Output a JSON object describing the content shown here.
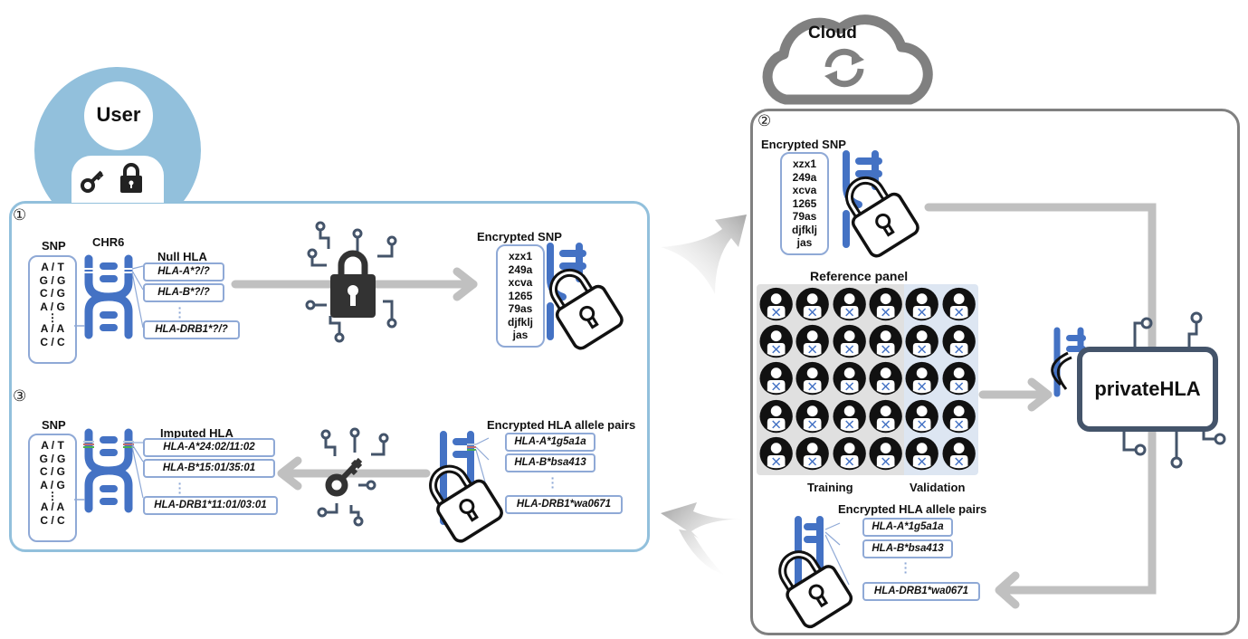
{
  "user": {
    "label": "User",
    "icons": [
      "key-icon",
      "padlock-icon"
    ]
  },
  "cloud": {
    "label": "Cloud",
    "icon": "sync-icon"
  },
  "panel1": {
    "step": "①",
    "snp": {
      "title": "SNP",
      "rows": [
        "A / T",
        "G / G",
        "C / G",
        "A / G",
        "⋮",
        "A / A",
        "C / C"
      ]
    },
    "chr_label": "CHR6",
    "null_hla": {
      "title": "Null HLA",
      "items": [
        "HLA-A*?/?",
        "HLA-B*?/?",
        "HLA-DRB1*?/?"
      ]
    },
    "encrypted_snp": {
      "title": "Encrypted SNP",
      "rows": [
        "xzx1",
        "249a",
        "xcva",
        "1265",
        "79as",
        "djfklj",
        "jas"
      ]
    }
  },
  "panel3": {
    "step": "③",
    "snp": {
      "title": "SNP",
      "rows": [
        "A / T",
        "G / G",
        "C / G",
        "A / G",
        "⋮",
        "A / A",
        "C / C"
      ]
    },
    "imputed_hla": {
      "title": "Imputed HLA",
      "items": [
        "HLA-A*24:02/11:02",
        "HLA-B*15:01/35:01",
        "HLA-DRB1*11:01/03:01"
      ]
    },
    "encrypted_pairs": {
      "title": "Encrypted HLA allele pairs",
      "items": [
        "HLA-A*1g5a1a",
        "HLA-B*bsa413",
        "HLA-DRB1*wa0671"
      ]
    }
  },
  "panel2": {
    "step": "②",
    "encrypted_snp": {
      "title": "Encrypted SNP",
      "rows": [
        "xzx1",
        "249a",
        "xcva",
        "1265",
        "79as",
        "djfklj",
        "jas"
      ]
    },
    "reference_panel": {
      "title": "Reference panel",
      "training_label": "Training",
      "validation_label": "Validation",
      "rows": 5,
      "training_cols": 4,
      "validation_cols": 2
    },
    "model_label": "privateHLA",
    "encrypted_pairs": {
      "title": "Encrypted HLA allele pairs",
      "items": [
        "HLA-A*1g5a1a",
        "HLA-B*bsa413",
        "HLA-DRB1*wa0671"
      ]
    }
  },
  "colors": {
    "user_blue": "#92c0dc",
    "dna_blue": "#4472c4",
    "box_border": "#8fa9d6",
    "arrow_gray": "#c0c0c0",
    "cloud_gray": "#808080",
    "model_border": "#44546a",
    "validation_bg": "#dde6f2",
    "training_bg": "#e0e0e0"
  }
}
